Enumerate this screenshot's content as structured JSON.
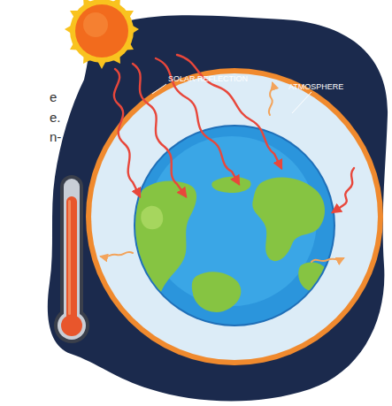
{
  "diagram": {
    "labels": [
      "e",
      "e.",
      "n-",
      "SOLAR REFLECTION",
      "ATMOSPHERE"
    ]
  }
}
